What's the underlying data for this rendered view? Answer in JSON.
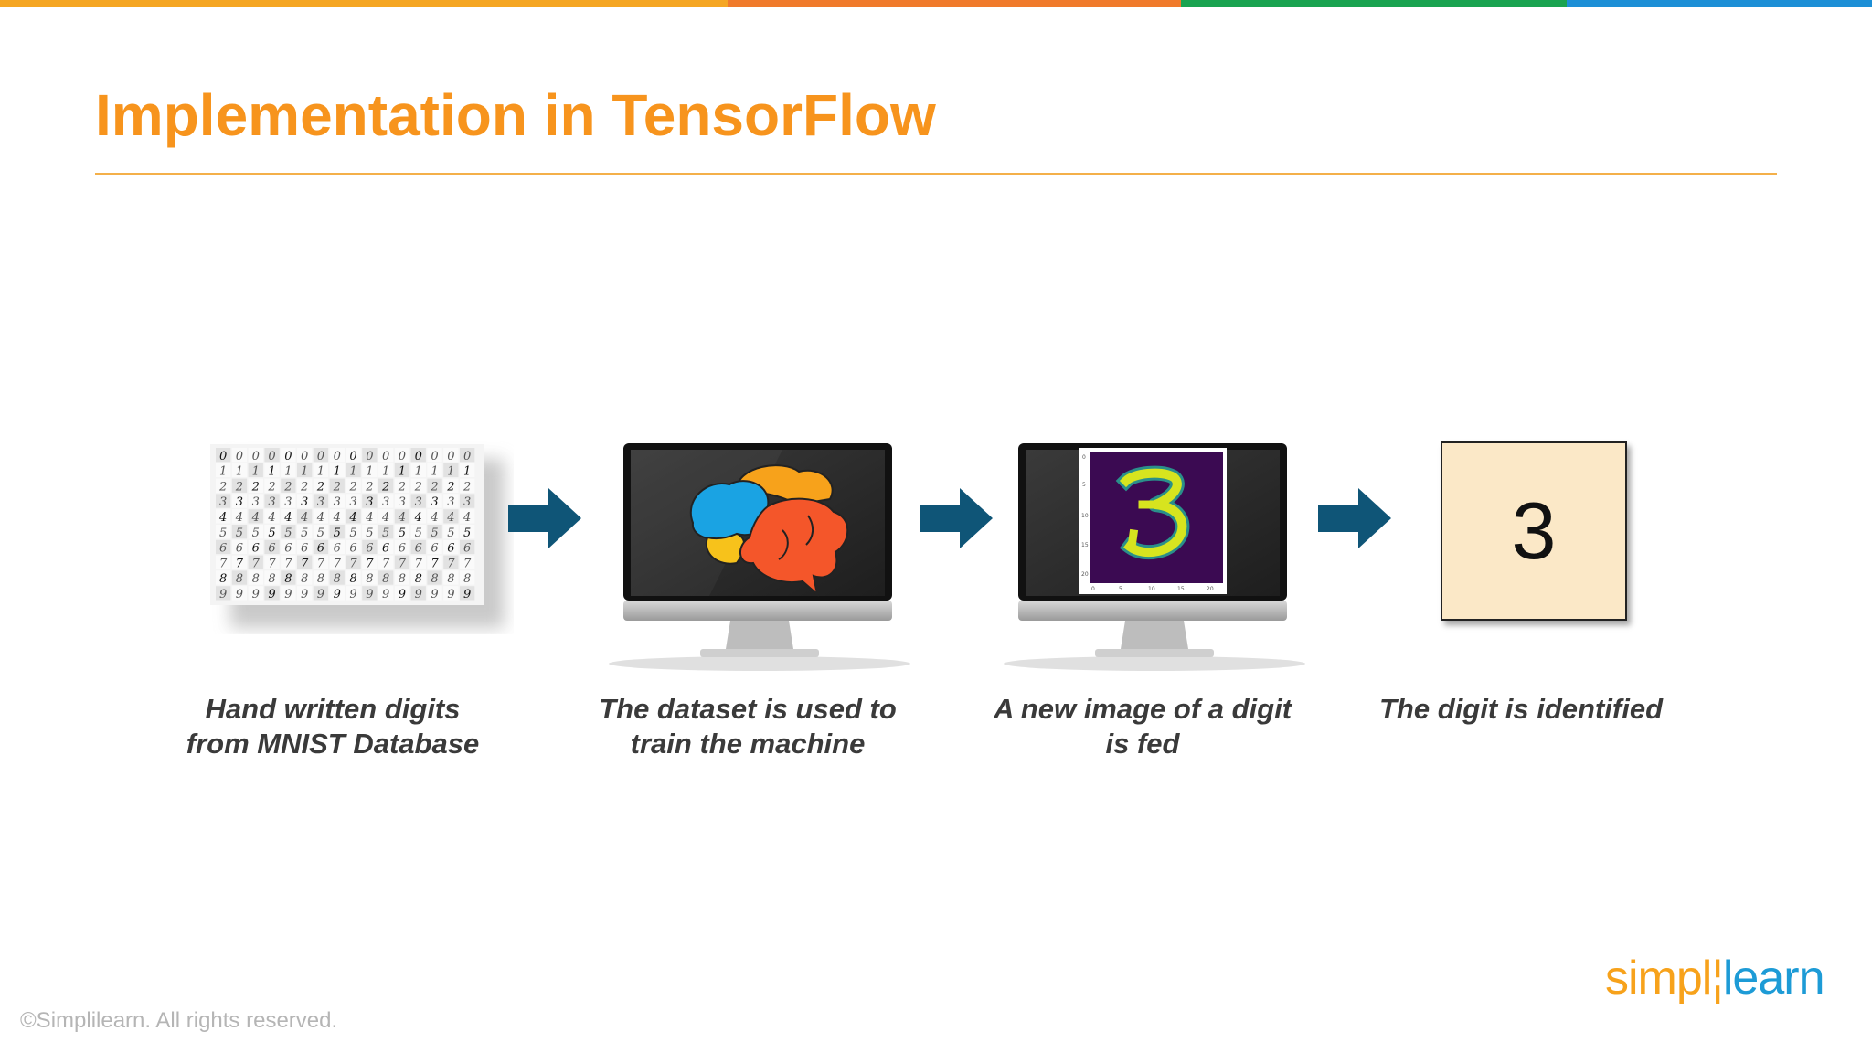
{
  "slide": {
    "title": "Implementation in TensorFlow",
    "colors": {
      "title": "#f7941d",
      "arrow": "#0f5577",
      "top_bar": [
        "#f5a623",
        "#f07a2b",
        "#1aa350",
        "#1c8fd6"
      ]
    },
    "steps": [
      {
        "icon": "mnist-digits-grid-icon",
        "caption_line1": "Hand written digits",
        "caption_line2": "from MNIST Database"
      },
      {
        "icon": "brain-monitor-icon",
        "caption_line1": "The dataset is used to",
        "caption_line2": "train the machine"
      },
      {
        "icon": "digit-image-monitor-icon",
        "caption_line1": "A new image of a digit",
        "caption_line2": "is fed"
      },
      {
        "icon": "result-box-icon",
        "caption_line1": "The digit is identified",
        "result_digit": "3"
      }
    ],
    "copyright": "©Simplilearn. All rights reserved.",
    "logo": {
      "part1": "simpl",
      "part2": "learn"
    }
  }
}
